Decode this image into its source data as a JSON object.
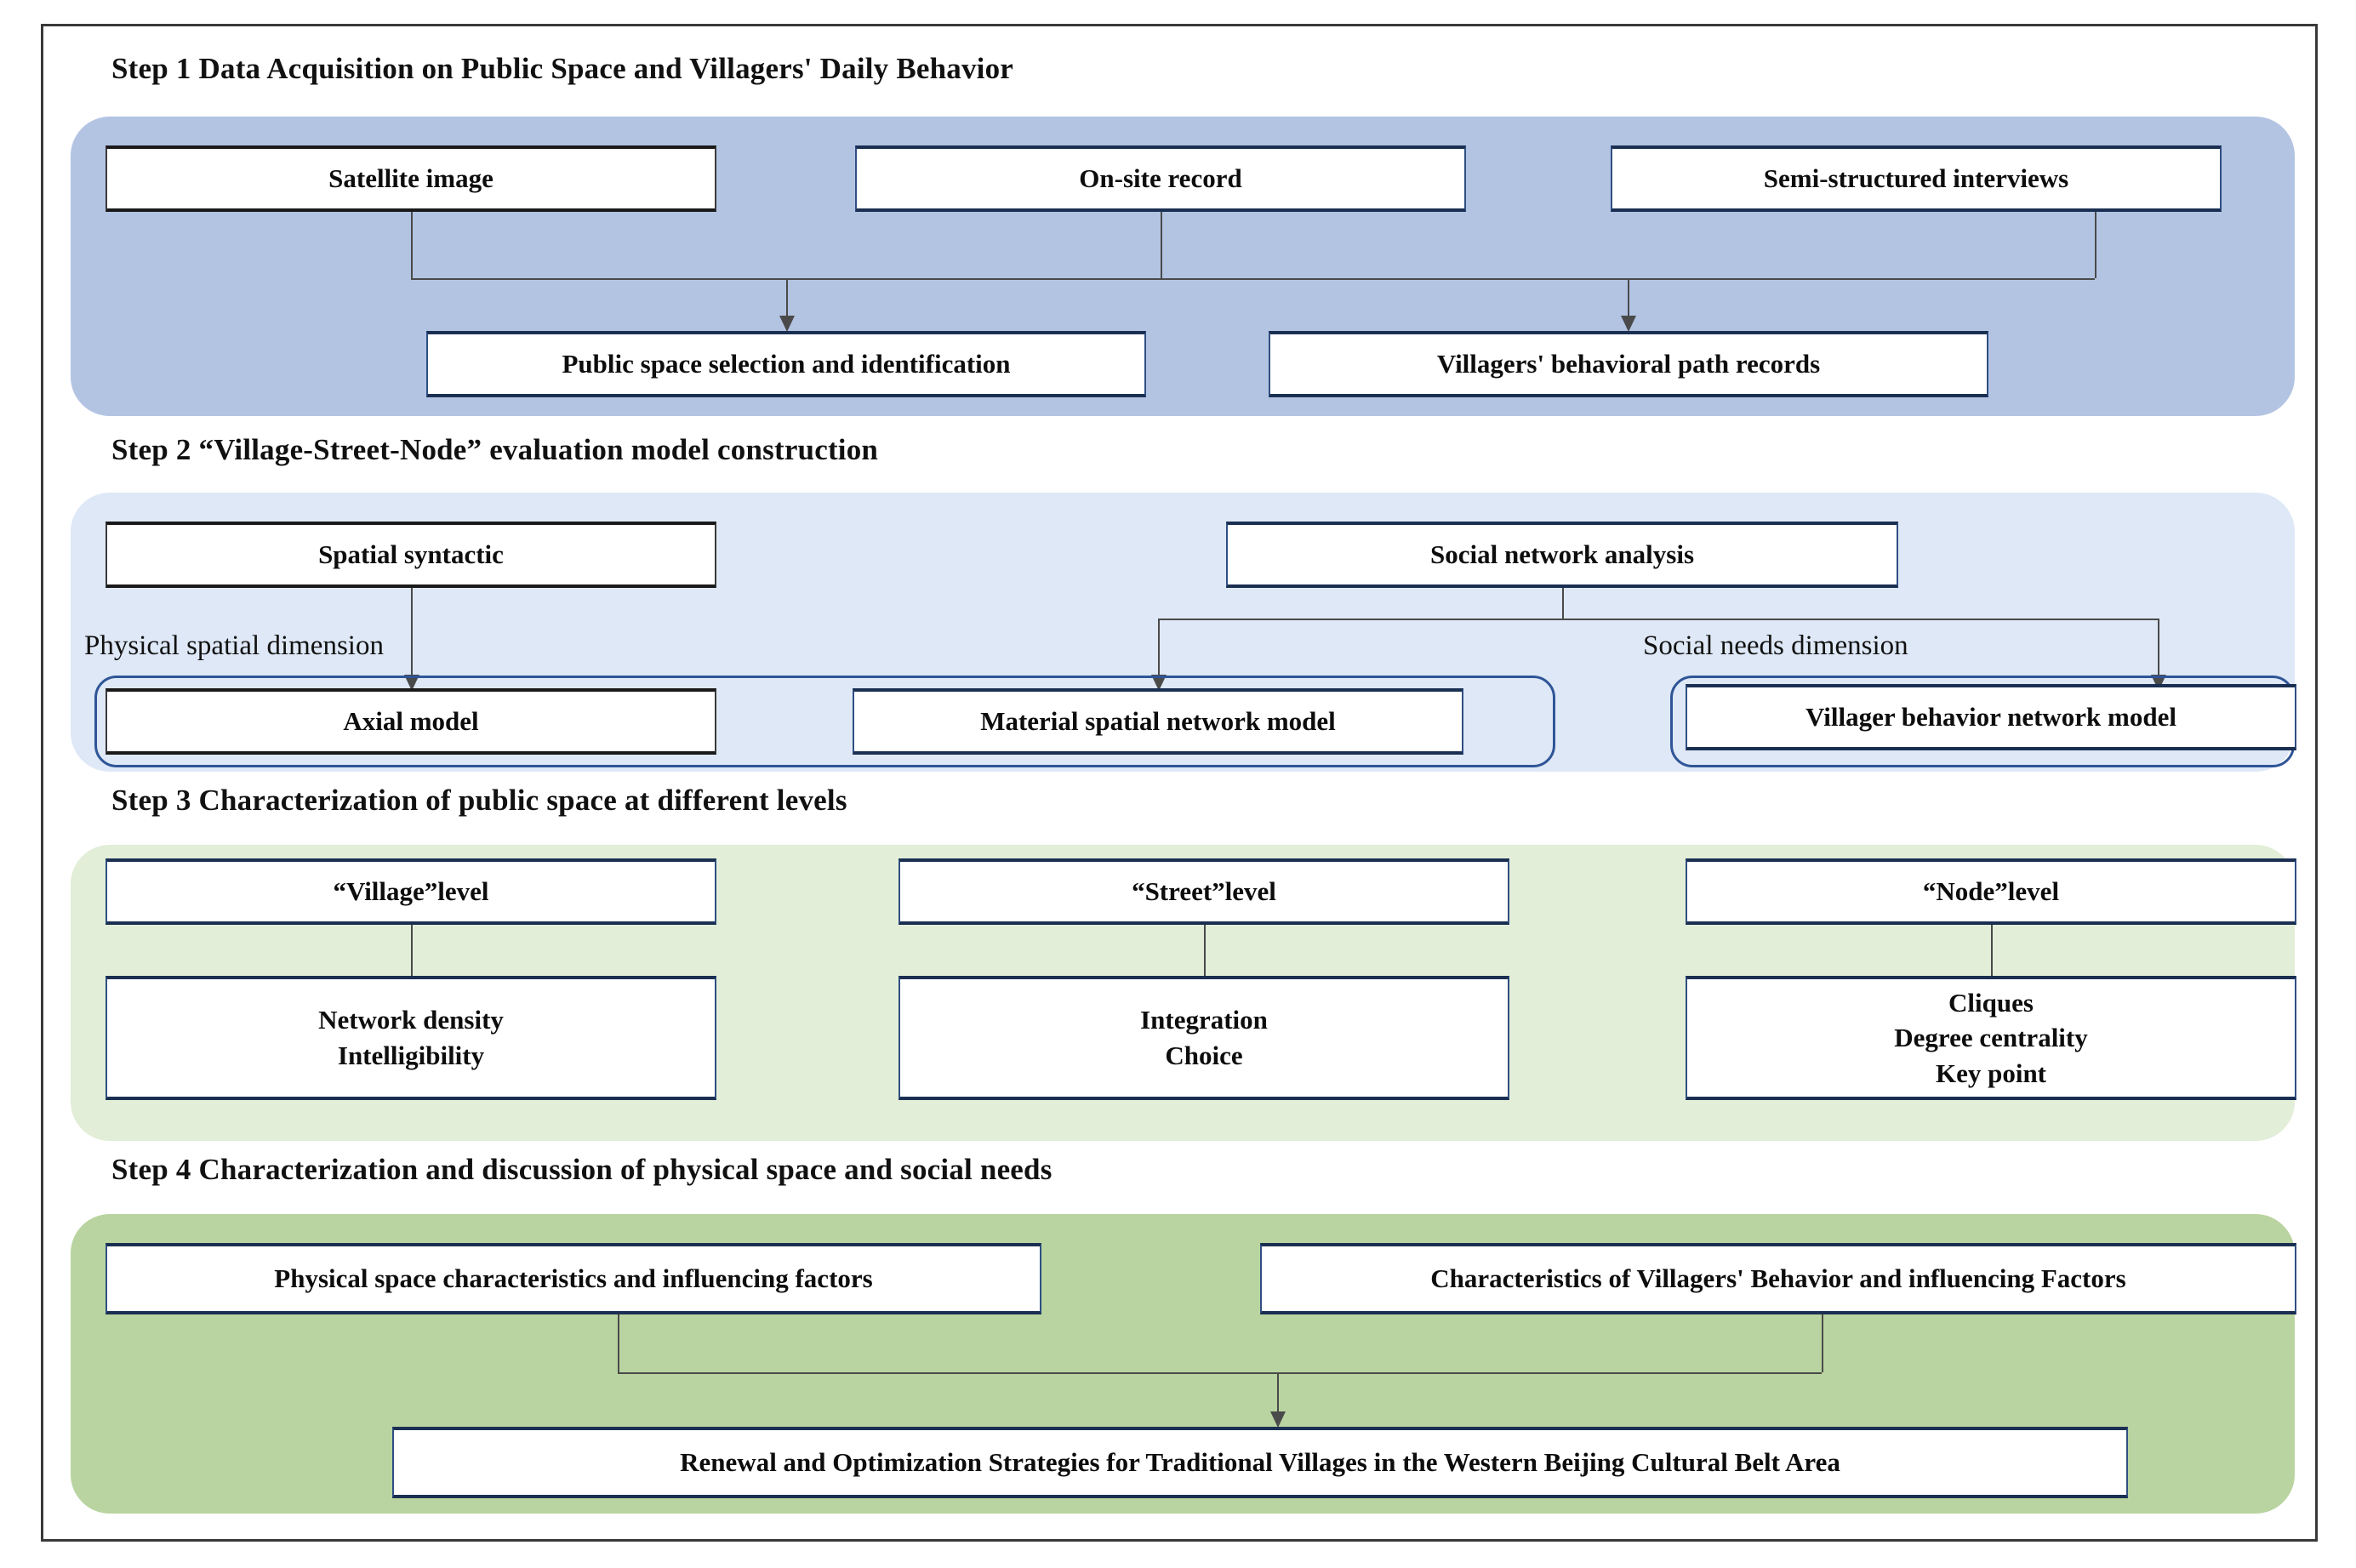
{
  "figure": {
    "steps": [
      {
        "id": "step1",
        "title": "Step 1 Data Acquisition on Public Space and Villagers' Daily Behavior",
        "panel_color": "#b3c4e3",
        "nodes": {
          "satellite_image": "Satellite image",
          "onsite_record": "On-site record",
          "semi_structured_interviews": "Semi-structured interviews",
          "public_space_selection": "Public space selection and identification",
          "behavioral_path_records": "Villagers' behavioral path records"
        }
      },
      {
        "id": "step2",
        "title": "Step 2 “Village-Street-Node” evaluation model construction",
        "panel_color": "#dee8f6",
        "nodes": {
          "spatial_syntactic": "Spatial syntactic",
          "social_network_analysis": "Social network analysis",
          "axial_model": "Axial model",
          "material_spatial_network_model": "Material spatial network model",
          "villager_behavior_network_model": "Villager behavior network model"
        },
        "labels": {
          "physical_dimension": "Physical spatial dimension",
          "social_dimension": "Social needs dimension"
        }
      },
      {
        "id": "step3",
        "title": "Step 3 Characterization of public space at different levels",
        "panel_color": "#e2eed8",
        "nodes": {
          "village_level": "“Village”level",
          "street_level": "“Street”level",
          "node_level": "“Node”level",
          "village_metrics_line1": "Network density",
          "village_metrics_line2": "Intelligibility",
          "street_metrics_line1": "Integration",
          "street_metrics_line2": "Choice",
          "node_metrics_line1": "Cliques",
          "node_metrics_line2": "Degree centrality",
          "node_metrics_line3": "Key point"
        }
      },
      {
        "id": "step4",
        "title": "Step 4 Characterization and discussion of physical space and social needs",
        "panel_color": "#b9d4a0",
        "nodes": {
          "physical_space_characteristics": "Physical space characteristics and influencing factors",
          "villagers_behavior_characteristics": "Characteristics of Villagers' Behavior and influencing Factors",
          "renewal_strategies": "Renewal and Optimization Strategies for Traditional Villages in the Western Beijing Cultural Belt Area"
        }
      }
    ],
    "colors": {
      "border_frame": "#3a3a3a",
      "node_border": "#2f4f82",
      "connector": "#4a4a4a",
      "group_outline": "#2f5597"
    }
  }
}
